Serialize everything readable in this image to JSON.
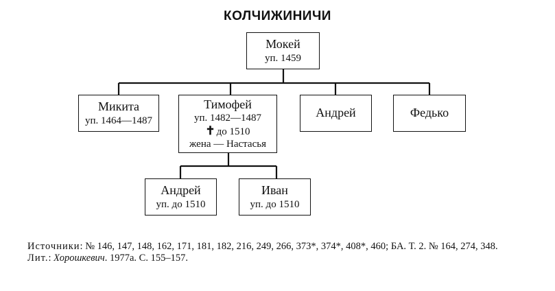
{
  "title": "КОЛЧИЖИНИЧИ",
  "persons": {
    "mokey": {
      "name": "Мокей",
      "line1": "уп. 1459"
    },
    "mikita": {
      "name": "Микита",
      "line1": "уп. 1464—1487"
    },
    "timofey": {
      "name": "Тимофей",
      "line1": "уп. 1482—1487",
      "death": "до 1510",
      "spouse": "жена — Настасья"
    },
    "andrey": {
      "name": "Андрей"
    },
    "fedko": {
      "name": "Федько"
    },
    "andrey2": {
      "name": "Андрей",
      "line1": "уп. до 1510"
    },
    "ivan": {
      "name": "Иван",
      "line1": "уп. до 1510"
    }
  },
  "sources": {
    "label": "Источники",
    "text": ": № 146, 147, 148, 162, 171, 181, 182, 216, 249, 266, 373*, 374*, 408*, 460; БА. Т. 2. № 164, 274, 348.",
    "lit_label": "Лит.",
    "lit_author": "Хорошкевич",
    "lit_rest": ". 1977а. С. 155–157."
  }
}
